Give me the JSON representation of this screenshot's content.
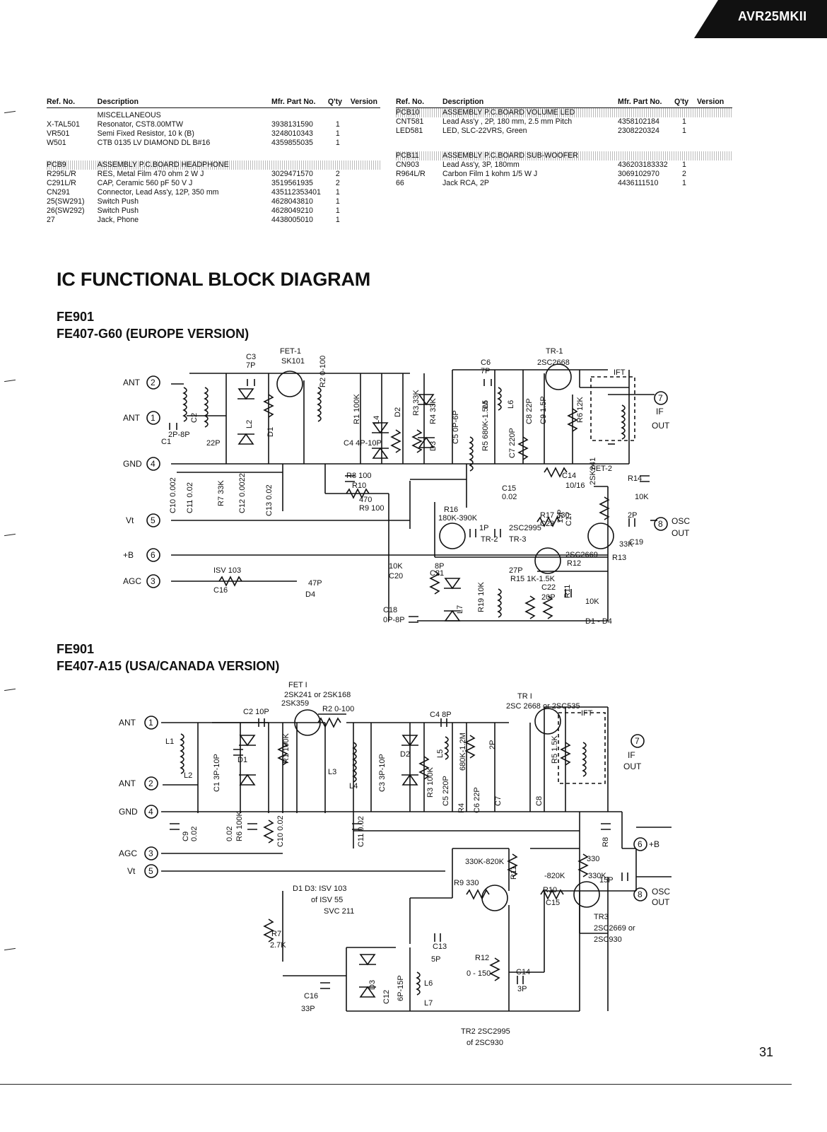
{
  "header": {
    "model": "AVR25MKII"
  },
  "parts_left": {
    "columns": [
      "Ref. No.",
      "Description",
      "Mfr. Part No.",
      "Q'ty",
      "Version"
    ],
    "sections": [
      {
        "title": "MISCELLANEOUS",
        "rows": [
          [
            "X-TAL501",
            "Resonator, CST8.00MTW",
            "3938131590",
            "1"
          ],
          [
            "VR501",
            "Semi Fixed Resistor,  10 k (B)",
            "3248010343",
            "1"
          ],
          [
            "W501",
            "CTB 0135 LV DIAMOND DL B#16",
            "4359855035",
            "1"
          ]
        ]
      },
      {
        "ref": "PCB9",
        "title": "ASSEMBLY P.C.BOARD HEADPHONE",
        "rows": [
          [
            "R295L/R",
            "RES, Metal Film        470   ohm    2 W   J",
            "3029471570",
            "2"
          ],
          [
            "C291L/R",
            "CAP, Ceramic           560     pF   50 V  J",
            "3519561935",
            "2"
          ],
          [
            "CN291",
            "Connector, Lead Ass'y, 12P, 350 mm",
            "435112353401",
            "1"
          ],
          [
            "25(SW291)",
            "Switch Push",
            "4628043810",
            "1"
          ],
          [
            "26(SW292)",
            "Switch Push",
            "4628049210",
            "1"
          ],
          [
            "27",
            "Jack, Phone",
            "4438005010",
            "1"
          ]
        ]
      }
    ]
  },
  "parts_right": {
    "columns": [
      "Ref. No.",
      "Description",
      "Mfr. Part No.",
      "Q'ty",
      "Version"
    ],
    "sections": [
      {
        "ref": "PCB10",
        "title": "ASSEMBLY P.C.BOARD VOLUME LED",
        "rows": [
          [
            "CNT581",
            "Lead Ass'y , 2P, 180 mm, 2.5 mm Pitch",
            "4358102184",
            "1"
          ],
          [
            "LED581",
            "LED, SLC-22VRS, Green",
            "2308220324",
            "1"
          ]
        ]
      },
      {
        "ref": "PCB11",
        "title": "ASSEMBLY P.C.BOARD SUB-WOOFER",
        "rows": [
          [
            "CN903",
            "Lead Ass'y, 3P, 180mm",
            "436203183332",
            "1"
          ],
          [
            "R964L/R",
            "Carbon Film                1  kohm 1/5 W  J",
            "3069102970",
            "2"
          ],
          [
            "66",
            "Jack RCA, 2P",
            "4436111510",
            "1"
          ]
        ]
      }
    ]
  },
  "section_title": "IC FUNCTIONAL BLOCK DIAGRAM",
  "diagram1": {
    "line1": "FE901",
    "line2": "FE407-G60 (EUROPE VERSION)",
    "pins": [
      "ANT",
      "ANT",
      "GND",
      "Vt",
      "+B",
      "AGC",
      "IF",
      "OUT",
      "OSC",
      "OUT"
    ],
    "pin_numbers": [
      "2",
      "1",
      "4",
      "5",
      "6",
      "3",
      "7",
      "8"
    ],
    "labels": [
      "C3",
      "7P",
      "FET-1",
      "SK101",
      "R2 0-100",
      "TR-1",
      "2SC2668",
      "IFT",
      "C6",
      "7P",
      "C2",
      "2P-8P",
      "C1",
      "22P",
      "L2",
      "D1",
      "R1 100K",
      "C4 4P-10P",
      "L4",
      "D2",
      "R3 33K",
      "R4 33K",
      "D3",
      "C5 0P-6P",
      "L5",
      "R5 680K-1.5M",
      "L6",
      "C7 220P",
      "C8 22P",
      "C9 1.5P",
      "R6 12K",
      "C10 0.002",
      "C11 0.02",
      "R7 33K",
      "C12 0.0022",
      "C13 0.02",
      "R8 100",
      "R10",
      "470",
      "R9 100",
      "C14",
      "10/16",
      "C15",
      "0.02",
      "FET-2",
      "2SK241",
      "R14",
      "10K",
      "R16",
      "180K-390K",
      "R17 330",
      "C23",
      "15P",
      "C17",
      "2P",
      "C19",
      "1P",
      "TR-2",
      "2SC2995",
      "TR-3",
      "2SC2669",
      "R12",
      "33K",
      "R13",
      "10K",
      "C20",
      "8P",
      "C21",
      "27P",
      "R15 1K-1.5K",
      "C22",
      "20P",
      "R11",
      "10K",
      "D1 - D4",
      "ISV 103",
      "C16",
      "47P",
      "D4",
      "C18",
      "0P-8P",
      "L7",
      "R19 10K"
    ]
  },
  "diagram2": {
    "line1": "FE901",
    "line2": "FE407-A15 (USA/CANADA VERSION)",
    "pins": [
      "ANT",
      "ANT",
      "GND",
      "AGC",
      "Vt",
      "IF",
      "OUT",
      "OSC",
      "OUT",
      "+B"
    ],
    "pin_numbers": [
      "1",
      "2",
      "4",
      "3",
      "5",
      "7",
      "8",
      "6"
    ],
    "labels": [
      "FET I",
      "2SK241 or 2SK168",
      "2SK359",
      "R2 0-100",
      "C2 10P",
      "TR I",
      "2SC 2668 or 2SC535",
      "IFT",
      "C4 8P",
      "L1",
      "L2",
      "C1 3P-10P",
      "D1",
      "R1 100K",
      "L3",
      "L4",
      "C3 3P-10P",
      "D2",
      "R3 100K",
      "L5",
      "680K-1.2M",
      "C5 220P",
      "R4",
      "C6 22P",
      "2P",
      "C7",
      "R5 1.5K",
      "C8",
      "C9",
      "0.02",
      "0.02",
      "R6 100K",
      "C10 0.02",
      "C11 0.02",
      "R8",
      "330K-820K",
      "R9 330",
      "R11",
      "330",
      "330K",
      "-820K",
      "R10",
      "C15",
      "15P",
      "TR3",
      "2SC2669 or",
      "2SC930",
      "D1  D3: ISV 103",
      "of  ISV 55",
      "SVC 211",
      "R7",
      "2.7K",
      "C13",
      "5P",
      "R12",
      "0 - 150",
      "D3",
      "C12",
      "6P-15P",
      "L6",
      "L7",
      "C14",
      "3P",
      "C16",
      "33P",
      "TR2  2SC2995",
      "of  2SC930"
    ]
  },
  "page_number": "31"
}
